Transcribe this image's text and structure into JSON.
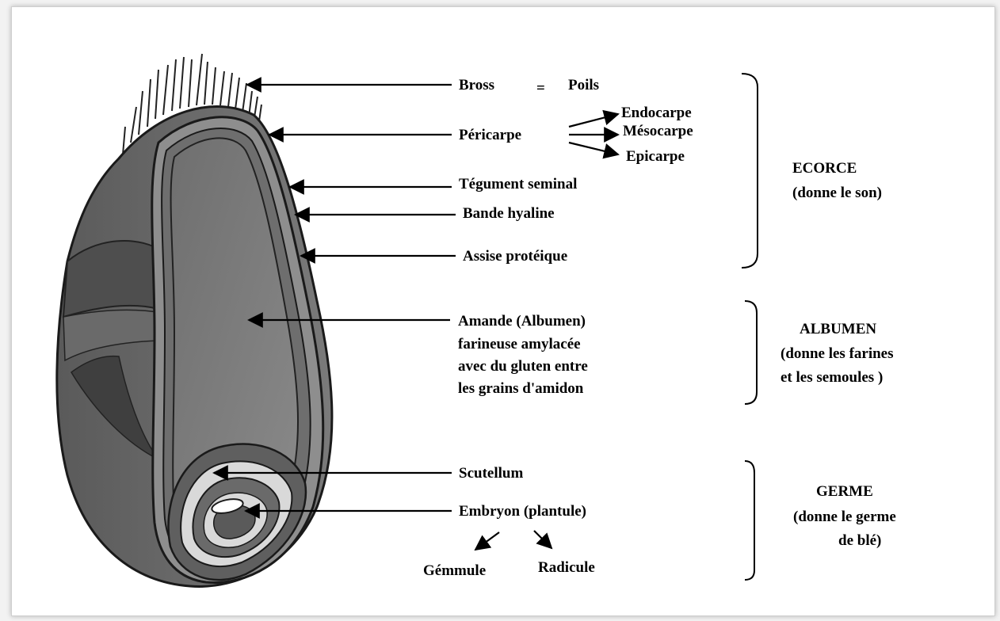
{
  "labels": {
    "bross": "Bross",
    "equals": "=",
    "poils": "Poils",
    "pericarpe": "Péricarpe",
    "endocarpe": "Endocarpe",
    "mesocarpe": "Mésocarpe",
    "epicarpe": "Epicarpe",
    "tegument": "Tégument seminal",
    "bande": "Bande hyaline",
    "assise": "Assise protéique",
    "amande": [
      "Amande (Albumen)",
      "farineuse amylacée",
      "avec du gluten entre",
      "les grains d'amidon"
    ],
    "scutellum": "Scutellum",
    "embryon": "Embryon (plantule)",
    "gemmule": "Gémmule",
    "radicule": "Radicule"
  },
  "groups": {
    "ecorce": {
      "title": "ECORCE",
      "subtitle": "(donne le son)"
    },
    "albumen": {
      "title": "ALBUMEN",
      "subtitle": [
        "(donne les farines",
        "et les semoules )"
      ]
    },
    "germe": {
      "title": "GERME",
      "subtitle": [
        "(donne le germe",
        "de blé)"
      ]
    }
  }
}
